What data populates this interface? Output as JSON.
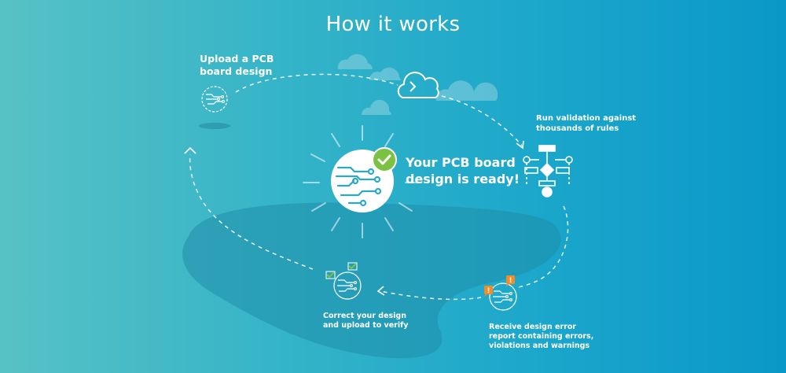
{
  "title": "How it works",
  "steps": {
    "upload": {
      "line1": "Upload a PCB",
      "line2": "board design"
    },
    "validate": {
      "line1": "Run validation against",
      "line2": "thousands of rules"
    },
    "report": {
      "line1": "Receive design error",
      "line2": "report containing errors,",
      "line3": "violations and warnings"
    },
    "correct": {
      "line1": "Correct your design",
      "line2": "and upload to verify"
    }
  },
  "center": {
    "line1": "Your PCB board",
    "line2": "design is ready!"
  },
  "icons": [
    "pcb-circuit-icon",
    "cloud-icon",
    "flowchart-icon",
    "checkmark-icon",
    "warning-icon",
    "arrow-icon"
  ],
  "colors": {
    "background_start": "#57c2c5",
    "background_end": "#0a98c8",
    "check_green": "#7cc242",
    "warning_orange": "#f28c28",
    "white": "#ffffff"
  }
}
